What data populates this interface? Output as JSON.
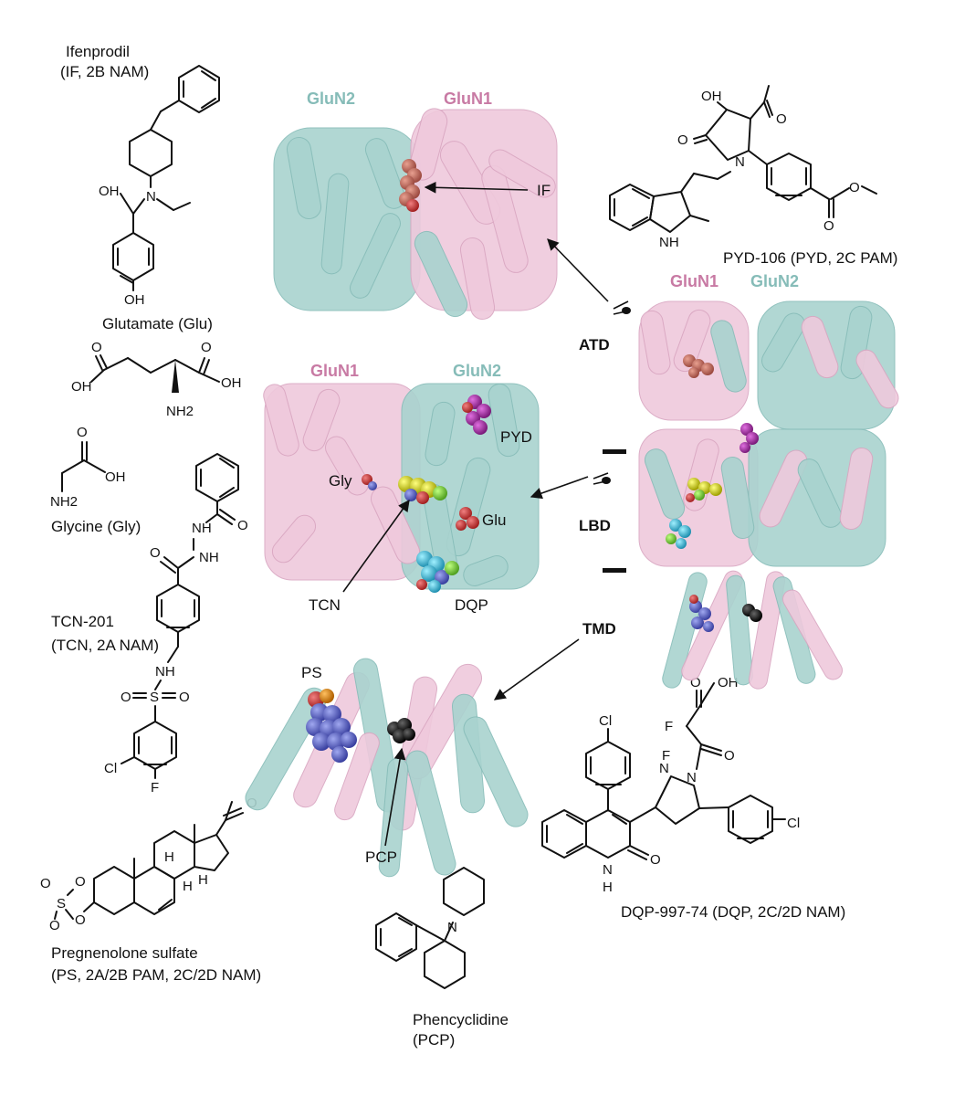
{
  "molecules": {
    "ifenprodil": {
      "name": "Ifenprodil",
      "desc": "(IF, 2B NAM)",
      "atoms": {
        "n": "N",
        "oh1": "OH",
        "oh2": "OH"
      }
    },
    "glutamate": {
      "name": "Glutamate (Glu)",
      "atoms": {
        "o1": "O",
        "o2": "O",
        "oh1": "OH",
        "oh2": "OH",
        "nh2": "NH2"
      }
    },
    "glycine": {
      "name": "Glycine (Gly)",
      "atoms": {
        "o": "O",
        "oh": "OH",
        "nh2": "NH2"
      }
    },
    "tcn201": {
      "name": "TCN-201",
      "desc": "(TCN, 2A NAM)",
      "atoms": {
        "o1": "O",
        "o2": "O",
        "o3": "O",
        "o4": "O",
        "nh1": "NH",
        "nh2": "NH",
        "nh3": "NH",
        "s": "S",
        "cl": "Cl",
        "f": "F"
      }
    },
    "pregnenolone": {
      "name": "Pregnenolone sulfate",
      "desc": "(PS, 2A/2B PAM, 2C/2D NAM)",
      "atoms": {
        "o1": "O",
        "o2": "O",
        "o3": "O",
        "o4": "O",
        "o5": "O",
        "s": "S",
        "h1": "H",
        "h2": "H",
        "h3": "H"
      }
    },
    "phencyclidine": {
      "name": "Phencyclidine",
      "desc": "(PCP)",
      "atoms": {
        "n": "N"
      }
    },
    "pyd106": {
      "name": "PYD-106 (PYD, 2C PAM)",
      "atoms": {
        "oh": "OH",
        "o1": "O",
        "o2": "O",
        "o3": "O",
        "o4": "O",
        "n": "N",
        "nh": "NH"
      }
    },
    "dqp": {
      "name": "DQP-997-74 (DQP, 2C/2D NAM)",
      "atoms": {
        "oh": "OH",
        "o1": "O",
        "o2": "O",
        "o3": "O",
        "cl1": "Cl",
        "cl2": "Cl",
        "f1": "F",
        "f2": "F",
        "n1": "N",
        "n2": "N",
        "nh": "H",
        "nh2": "N"
      }
    }
  },
  "panels": {
    "atd": {
      "glun2": "GluN2",
      "glun1": "GluN1",
      "ligand": "IF"
    },
    "lbd": {
      "glun1": "GluN1",
      "glun2": "GluN2",
      "ligands": {
        "pyd": "PYD",
        "gly": "Gly",
        "glu": "Glu",
        "tcn": "TCN",
        "dqp": "DQP"
      }
    },
    "tmd": {
      "ligands": {
        "ps": "PS",
        "pcp": "PCP"
      }
    },
    "full": {
      "glun1": "GluN1",
      "glun2": "GluN2"
    }
  },
  "domains": {
    "atd": "ATD",
    "lbd": "LBD",
    "tmd": "TMD"
  },
  "colors": {
    "glun1": "#efc9dc",
    "glun2": "#a9d3cf",
    "glun1_label": "#c87aa4",
    "glun2_label": "#86bcb8"
  }
}
